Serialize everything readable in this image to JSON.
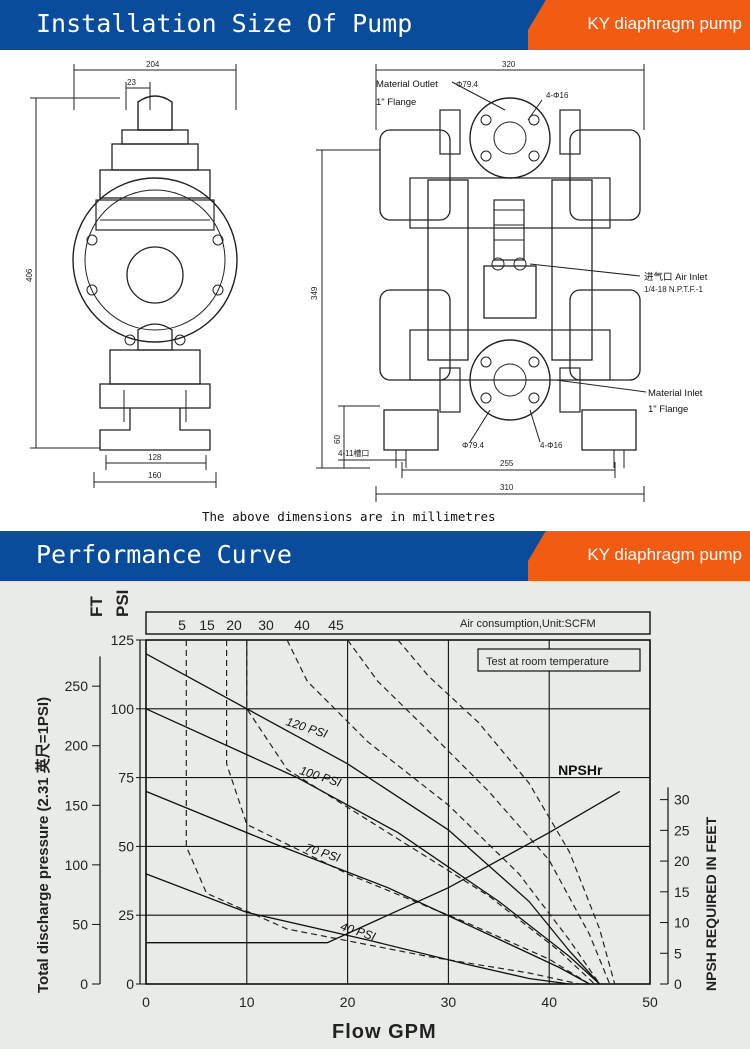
{
  "section1": {
    "title": "Installation Size Of Pump",
    "tag": "KY diaphragm pump",
    "front_dims": {
      "width": "204",
      "top": "23",
      "height": "406",
      "base_inner": "128",
      "base_outer": "160"
    },
    "side_dims": {
      "width": "320",
      "height": "349",
      "bottom": "60",
      "bolt": "4-11槽口",
      "inner": "255",
      "outer": "310",
      "hole_top": "4-Φ16",
      "hole_bot": "4-Φ16",
      "flange_top": "Φ79.4",
      "flange_bot": "Φ79.4"
    },
    "labels": {
      "outlet_a": "Material Outlet",
      "outlet_dia": "Φ79.4",
      "outlet_b": "1\" Flange",
      "air_a": "进气口 Air Inlet",
      "air_b": "1/4-18 N.P.T.F.-1",
      "inlet_a": "Material Inlet",
      "inlet_b": "1\" Flange"
    },
    "note": "The above dimensions are in millimetres"
  },
  "section2": {
    "title": "Performance Curve",
    "tag": "KY diaphragm pump"
  },
  "chart_data": {
    "type": "line",
    "xlabel": "Flow GPM",
    "ylabel_left": "Total discharge pressure (2.31 英尺=1PSI)",
    "unit_ft": "FT",
    "unit_psi": "PSI",
    "ylabel_right": "NPSH REQUIRED IN FEET",
    "top_axis_label": "Air consumption,Unit:SCFM",
    "note": "Test at room temperature",
    "xlim": [
      0,
      50
    ],
    "x_ticks": [
      0,
      10,
      20,
      30,
      40,
      50
    ],
    "psi_ticks": [
      0,
      25,
      50,
      75,
      100,
      125
    ],
    "ft_ticks": [
      0,
      50,
      100,
      150,
      200,
      250
    ],
    "npsh_ticks": [
      0,
      5,
      10,
      15,
      20,
      25,
      30
    ],
    "scfm_ticks": [
      "5",
      "15",
      "20",
      "30",
      "40",
      "45"
    ],
    "series": [
      {
        "name": "120 PSI",
        "x": [
          0,
          20,
          30,
          38,
          42,
          45
        ],
        "y": [
          120,
          80,
          56,
          30,
          12,
          0
        ]
      },
      {
        "name": "100 PSI",
        "x": [
          0,
          15,
          25,
          35,
          42,
          45
        ],
        "y": [
          100,
          75,
          55,
          30,
          10,
          0
        ]
      },
      {
        "name": "70 PSI",
        "x": [
          0,
          12,
          24,
          34,
          41,
          44
        ],
        "y": [
          70,
          52,
          35,
          18,
          6,
          0
        ]
      },
      {
        "name": "40 PSI",
        "x": [
          0,
          10,
          22,
          32,
          38,
          42
        ],
        "y": [
          40,
          26,
          16,
          7,
          2,
          0
        ]
      },
      {
        "name": "NPSHr",
        "x": [
          0,
          18,
          30,
          40,
          47
        ],
        "y": [
          15,
          15,
          35,
          55,
          70
        ]
      }
    ],
    "air_curves": [
      {
        "label": "5",
        "x": [
          4,
          4,
          6,
          14,
          28,
          38,
          43
        ],
        "y": [
          125,
          50,
          33,
          20,
          10,
          4,
          0
        ]
      },
      {
        "label": "15",
        "x": [
          8,
          8,
          10,
          20,
          32,
          40,
          44
        ],
        "y": [
          125,
          80,
          58,
          40,
          22,
          9,
          0
        ]
      },
      {
        "label": "20",
        "x": [
          10,
          10,
          14,
          24,
          34,
          41,
          44.5
        ],
        "y": [
          125,
          100,
          78,
          55,
          32,
          12,
          0
        ]
      },
      {
        "label": "30",
        "x": [
          14,
          16,
          22,
          30,
          37,
          42,
          45
        ],
        "y": [
          125,
          110,
          88,
          65,
          40,
          16,
          0
        ]
      },
      {
        "label": "40",
        "x": [
          20,
          23,
          28,
          34,
          40,
          44,
          46
        ],
        "y": [
          125,
          110,
          92,
          70,
          45,
          18,
          0
        ]
      },
      {
        "label": "45",
        "x": [
          25,
          28,
          33,
          38,
          42,
          45,
          46.5
        ],
        "y": [
          125,
          112,
          95,
          73,
          48,
          20,
          0
        ]
      }
    ]
  }
}
